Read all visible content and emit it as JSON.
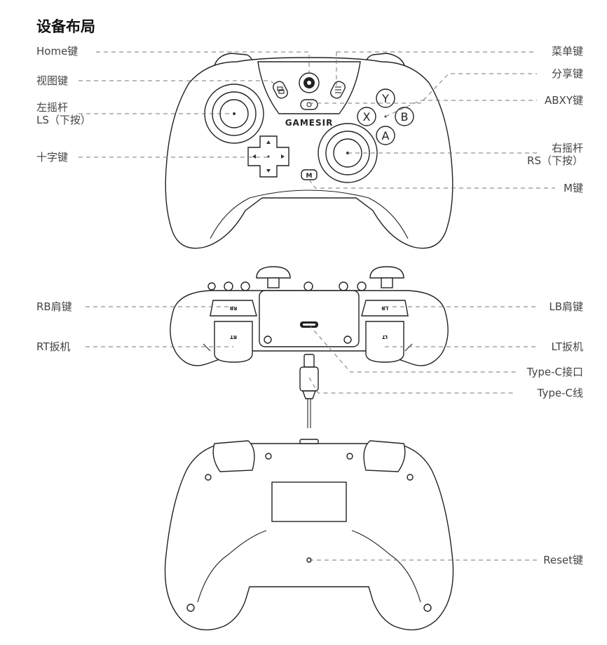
{
  "title": "设备布局",
  "brand": "GAMESIR",
  "face_buttons": {
    "y": "Y",
    "x": "X",
    "b": "B",
    "a": "A"
  },
  "m_button": "M",
  "shoulder_marks": {
    "rb": "RB",
    "lb": "LB",
    "rt": "RT",
    "lt": "LT"
  },
  "labels": {
    "home": "Home键",
    "view": "视图键",
    "ls_line1": "左摇杆",
    "ls_line2": "LS（下按）",
    "dpad": "十字键",
    "menu": "菜单键",
    "share": "分享键",
    "abxy": "ABXY键",
    "rs_line1": "右摇杆",
    "rs_line2": "RS（下按）",
    "m": "M键",
    "rb": "RB肩键",
    "rt": "RT扳机",
    "lb": "LB肩键",
    "lt": "LT扳机",
    "typec_port": "Type-C接口",
    "typec_cable": "Type-C线",
    "reset": "Reset键"
  }
}
